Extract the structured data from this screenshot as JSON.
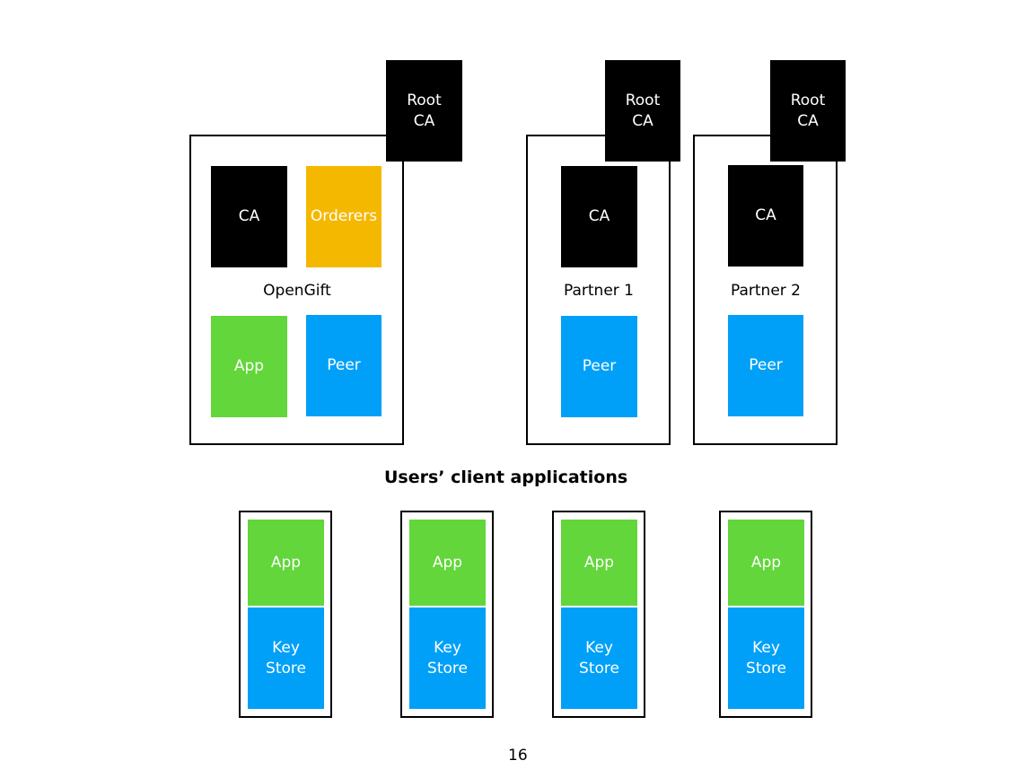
{
  "root_ca_label": "Root\nCA",
  "ca_label": "CA",
  "orderers_label": "Orderers",
  "app_label": "App",
  "peer_label": "Peer",
  "keystore_label": "Key\nStore",
  "orgs": {
    "opengift": {
      "name": "OpenGift"
    },
    "partner1": {
      "name": "Partner 1"
    },
    "partner2": {
      "name": "Partner 2"
    }
  },
  "clients_heading": "Users’ client applications",
  "page_number": "16",
  "colors": {
    "ca": "#000000",
    "orderers": "#f5b800",
    "app": "#62d63a",
    "peer": "#00a0f8",
    "frame": "#000000"
  }
}
